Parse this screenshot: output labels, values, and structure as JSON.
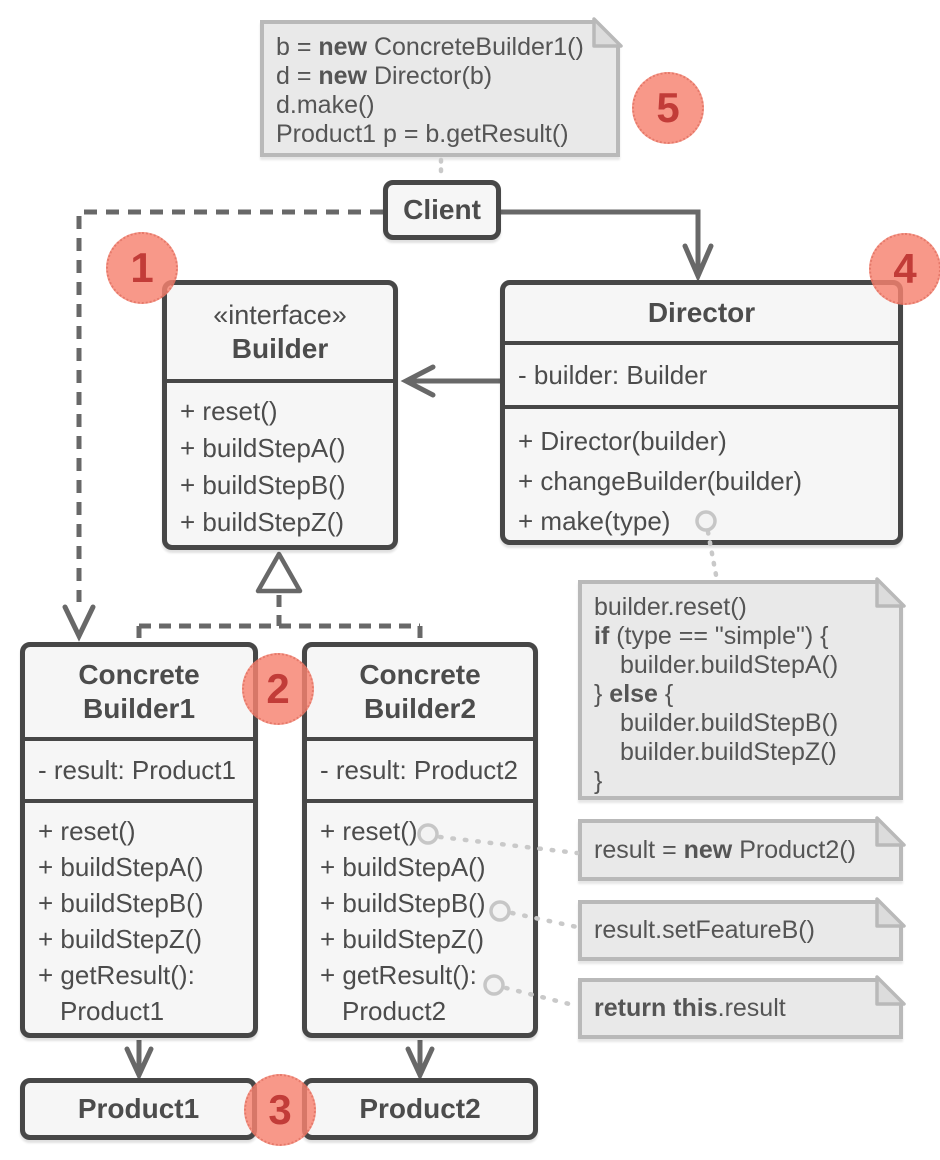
{
  "colors": {
    "box_fill": "#f6f6f6",
    "box_border": "#474747",
    "note_fill": "#e9e9e9",
    "note_border": "#b9b9b9",
    "text": "#4c4c4c",
    "connector": "#686868",
    "dotted_connector": "#c9c9c9",
    "badge_fill": "#f7917f",
    "badge_number": "#c23c38"
  },
  "badges": {
    "b1": "1",
    "b2": "2",
    "b3": "3",
    "b4": "4",
    "b5": "5"
  },
  "client_note": {
    "l1a": "b = ",
    "l1b": "new",
    "l1c": " ConcreteBuilder1()",
    "l2a": "d = ",
    "l2b": "new",
    "l2c": " Director(b)",
    "l3": "d.make()",
    "l4": "Product1 p = b.getResult()"
  },
  "client": {
    "title": "Client"
  },
  "builder": {
    "stereotype": "«interface»",
    "title": "Builder",
    "m1": "+ reset()",
    "m2": "+ buildStepA()",
    "m3": "+ buildStepB()",
    "m4": "+ buildStepZ()"
  },
  "director": {
    "title": "Director",
    "attr": "- builder: Builder",
    "m1": "+ Director(builder)",
    "m2": "+ changeBuilder(builder)",
    "m3": "+ make(type)"
  },
  "concrete1": {
    "t1": "Concrete",
    "t2": "Builder1",
    "attr": "- result: Product1",
    "m1": "+ reset()",
    "m2": "+ buildStepA()",
    "m3": "+ buildStepB()",
    "m4": "+ buildStepZ()",
    "m5": "+ getResult():",
    "m6": "Product1"
  },
  "concrete2": {
    "t1": "Concrete",
    "t2": "Builder2",
    "attr": "- result: Product2",
    "m1": "+ reset()",
    "m2": "+ buildStepA()",
    "m3": "+ buildStepB()",
    "m4": "+ buildStepZ()",
    "m5": "+ getResult():",
    "m6": "Product2"
  },
  "product1": {
    "title": "Product1"
  },
  "product2": {
    "title": "Product2"
  },
  "make_note": {
    "l1": "builder.reset()",
    "l2a": "if",
    "l2b": " (type == \"simple\") {",
    "l3": "builder.buildStepA()",
    "l4a": "} ",
    "l4b": "else",
    "l4c": " {",
    "l5": "builder.buildStepB()",
    "l6": "builder.buildStepZ()",
    "l7": "}"
  },
  "reset_note": {
    "a": "result = ",
    "b": "new",
    "c": " Product2()"
  },
  "featureb_note": {
    "text": "result.setFeatureB()"
  },
  "return_note": {
    "a": "return this",
    "b": ".result"
  }
}
